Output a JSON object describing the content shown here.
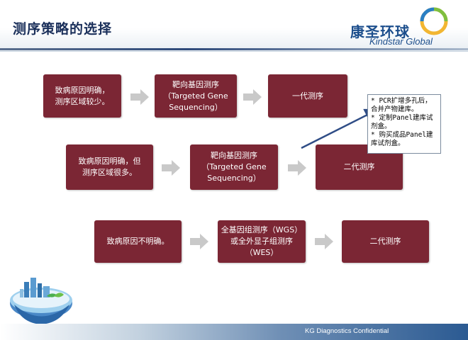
{
  "slide": {
    "title": "测序策略的选择",
    "footer": "KG Diagnostics Confidential"
  },
  "logo": {
    "name_cn": "康圣环球",
    "name_en": "Kindstar Global"
  },
  "rows": [
    {
      "cause": "致病原因明确，\n测序区域较少。",
      "method": "靶向基因测序\n（Targeted Gene\nSequencing）",
      "platform": "一代测序"
    },
    {
      "cause": "致病原因明确，但\n测序区域很多。",
      "method": "靶向基因测序\n（Targeted Gene\nSequencing）",
      "platform": "二代测序"
    },
    {
      "cause": "致病原因不明确。",
      "method": "全基因组测序（WGS）\n或全外显子组测序\n（WES）",
      "platform": "二代测序"
    }
  ],
  "note": {
    "lines": "* PCR扩增多孔后，\n合并产物建库。\n* 定制Panel建库试\n剂盒。\n* 购买成品Panel建\n库试剂盒。"
  },
  "colors": {
    "box": "#7b2634",
    "arrow": "#c9c9c9",
    "pointer": "#2f4d86",
    "title": "#1a2f5a"
  }
}
